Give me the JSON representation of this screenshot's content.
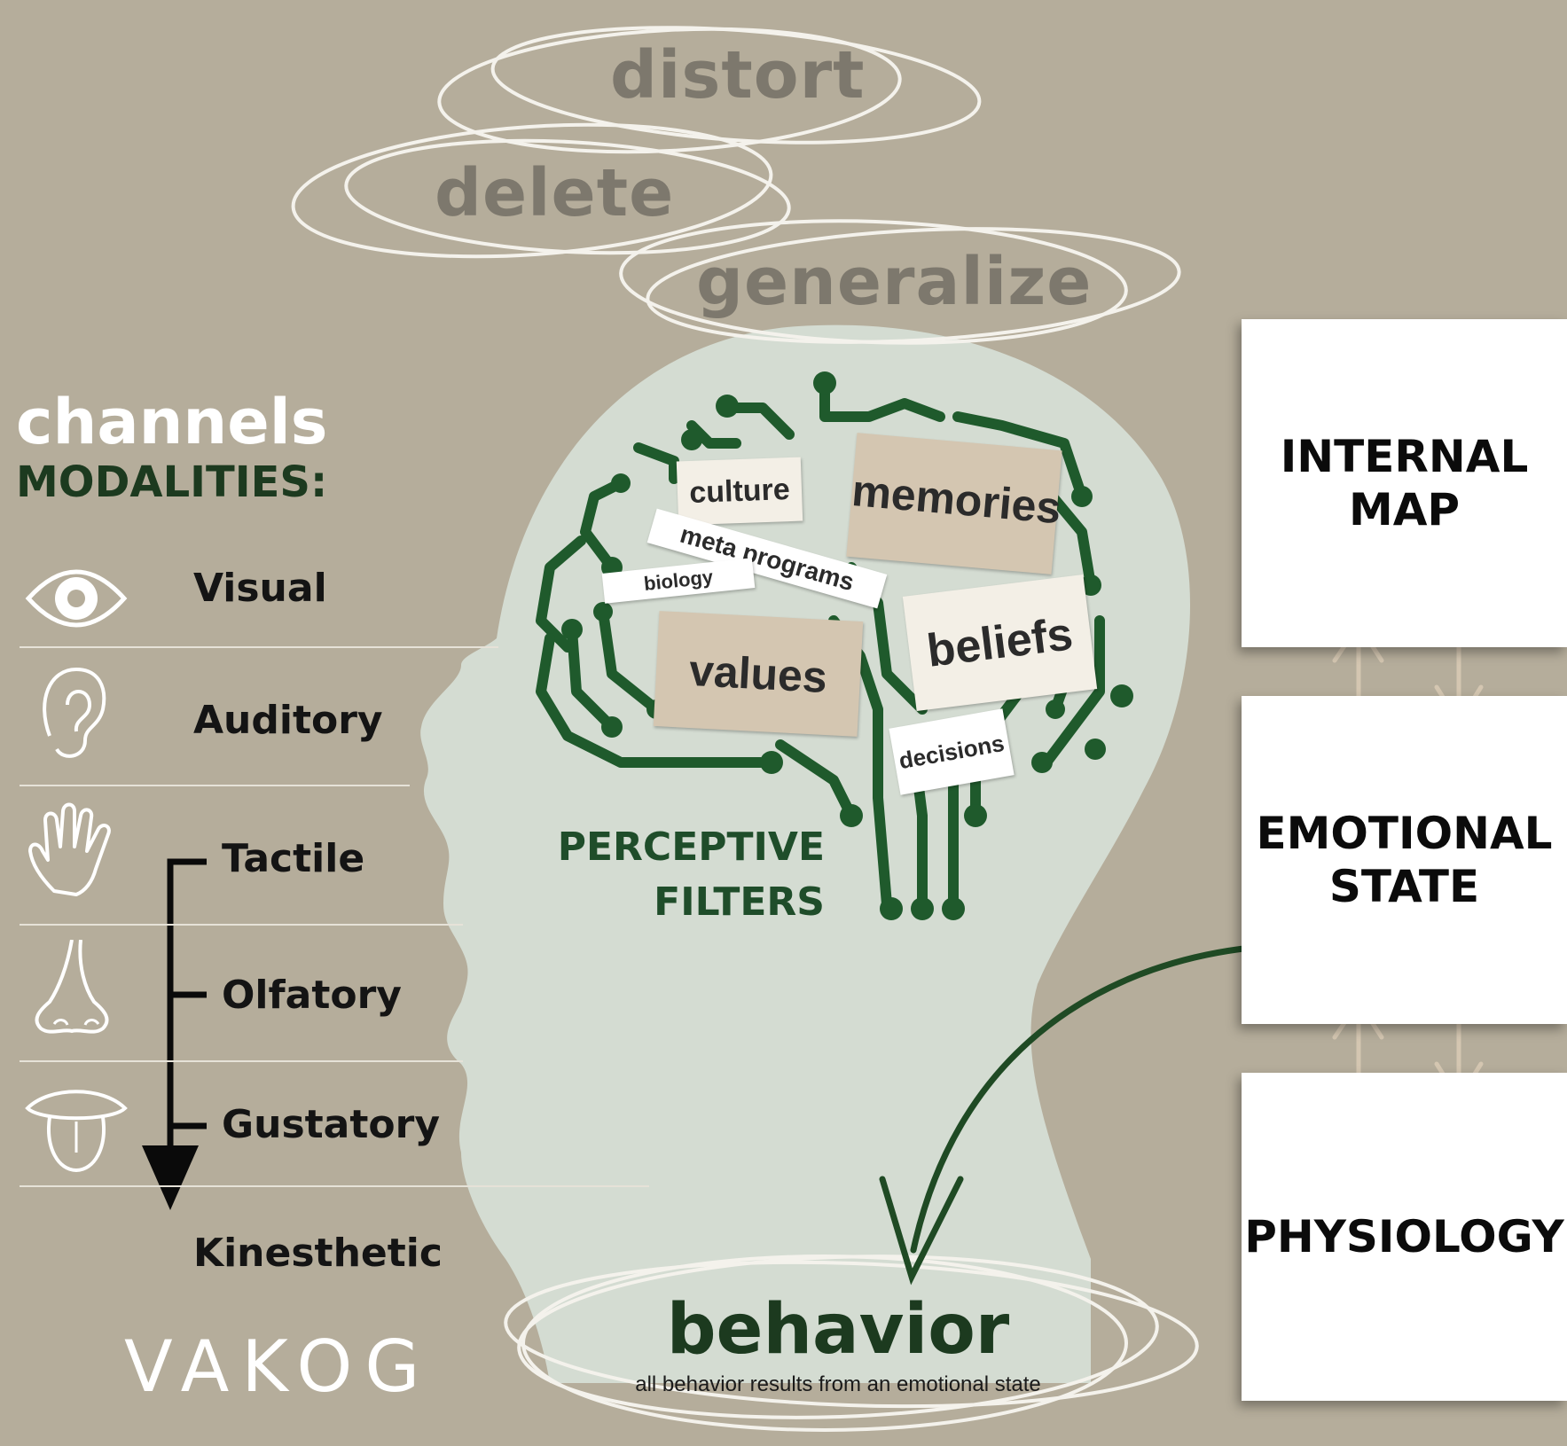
{
  "filters_top": [
    "distort",
    "delete",
    "generalize"
  ],
  "channels": {
    "title": "channels",
    "subtitle": "MODALITIES:",
    "acronym": "VAKOG",
    "modalities": [
      {
        "label": "Visual",
        "icon": "eye-icon"
      },
      {
        "label": "Auditory",
        "icon": "ear-icon"
      },
      {
        "label": "Tactile",
        "icon": "hand-icon"
      },
      {
        "label": "Olfatory",
        "icon": "nose-icon"
      },
      {
        "label": "Gustatory",
        "icon": "tongue-icon"
      },
      {
        "label": "Kinesthetic",
        "icon": ""
      }
    ]
  },
  "head": {
    "filter_notes": [
      "culture",
      "memories",
      "meta programs",
      "biology",
      "values",
      "beliefs",
      "decisions"
    ],
    "caption_line1": "PERCEPTIVE",
    "caption_line2": "FILTERS"
  },
  "cards": [
    {
      "label": "INTERNAL\nMAP"
    },
    {
      "label": "EMOTIONAL\nSTATE"
    },
    {
      "label": "PHYSIOLOGY"
    }
  ],
  "behavior": {
    "title": "behavior",
    "subtitle": "all behavior results from an emotional state"
  },
  "colors": {
    "background": "#b5ad9b",
    "head": "#d4dcd2",
    "circuit": "#1f5a2c",
    "title_green": "#1c3a1f",
    "filter_word": "#7d786d",
    "card": "#ffffff"
  }
}
